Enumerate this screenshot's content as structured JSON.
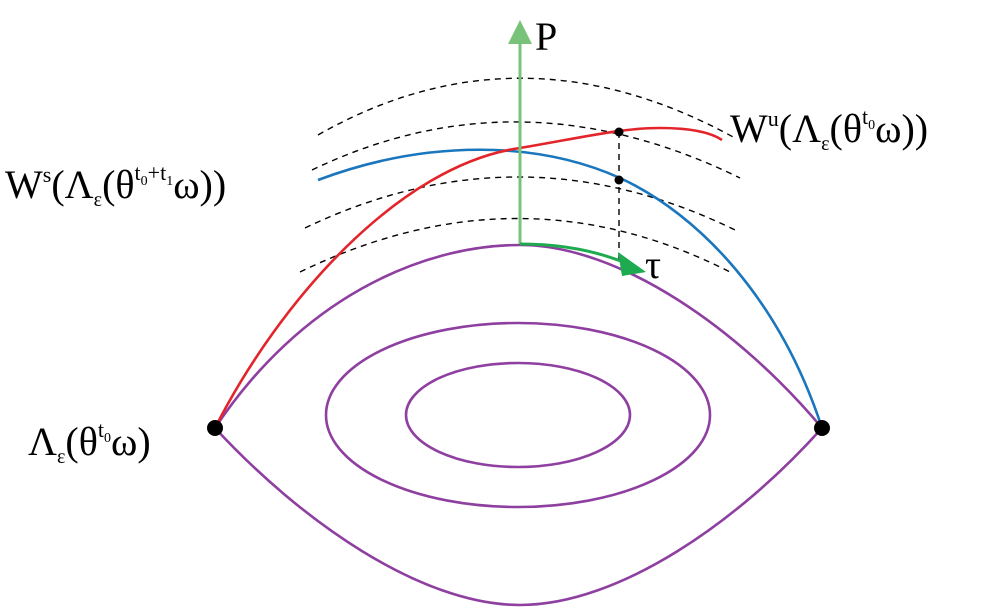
{
  "colors": {
    "separatrix": "#8e3fa0",
    "unstable_manifold": "#e3252b",
    "stable_manifold": "#1a76bd",
    "p_axis": "#78c27a",
    "tau_axis": "#1eaa4e",
    "guides": "#000000"
  },
  "labels": {
    "p_axis": "P",
    "tau_axis": "τ",
    "unstable": {
      "main": "W",
      "sup": "u",
      "open": "(Λ",
      "eps": "ε",
      "open2": "(θ",
      "t": "t",
      "zero": "0",
      "tail": "ω))"
    },
    "stable": {
      "main": "W",
      "sup": "s",
      "open": "(Λ",
      "eps": "ε",
      "open2": "(θ",
      "t0": "t",
      "zero": "0",
      "plus": "+t",
      "one": "1",
      "tail": "ω))"
    },
    "point": {
      "open": "Λ",
      "eps": "ε",
      "open2": "(θ",
      "t": "t",
      "zero": "0",
      "tail": "ω)"
    }
  }
}
